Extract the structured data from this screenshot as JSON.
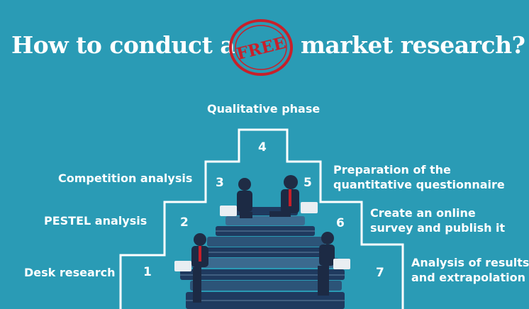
{
  "title": {
    "before": "How to conduct a",
    "stamp": "FREE",
    "after": "market research?"
  },
  "steps": [
    {
      "number": "1",
      "label": "Desk research"
    },
    {
      "number": "2",
      "label": "PESTEL analysis"
    },
    {
      "number": "3",
      "label": "Competition analysis"
    },
    {
      "number": "4",
      "label": "Qualitative phase"
    },
    {
      "number": "5",
      "label_line1": "Preparation of the",
      "label_line2": "quantitative questionnaire"
    },
    {
      "number": "6",
      "label_line1": "Create an online",
      "label_line2": "survey and publish it"
    },
    {
      "number": "7",
      "label_line1": "Analysis of results",
      "label_line2": "and extrapolation"
    }
  ],
  "colors": {
    "background": "#2a9bb5",
    "stamp_red": "#c8202a",
    "text": "#ffffff"
  }
}
